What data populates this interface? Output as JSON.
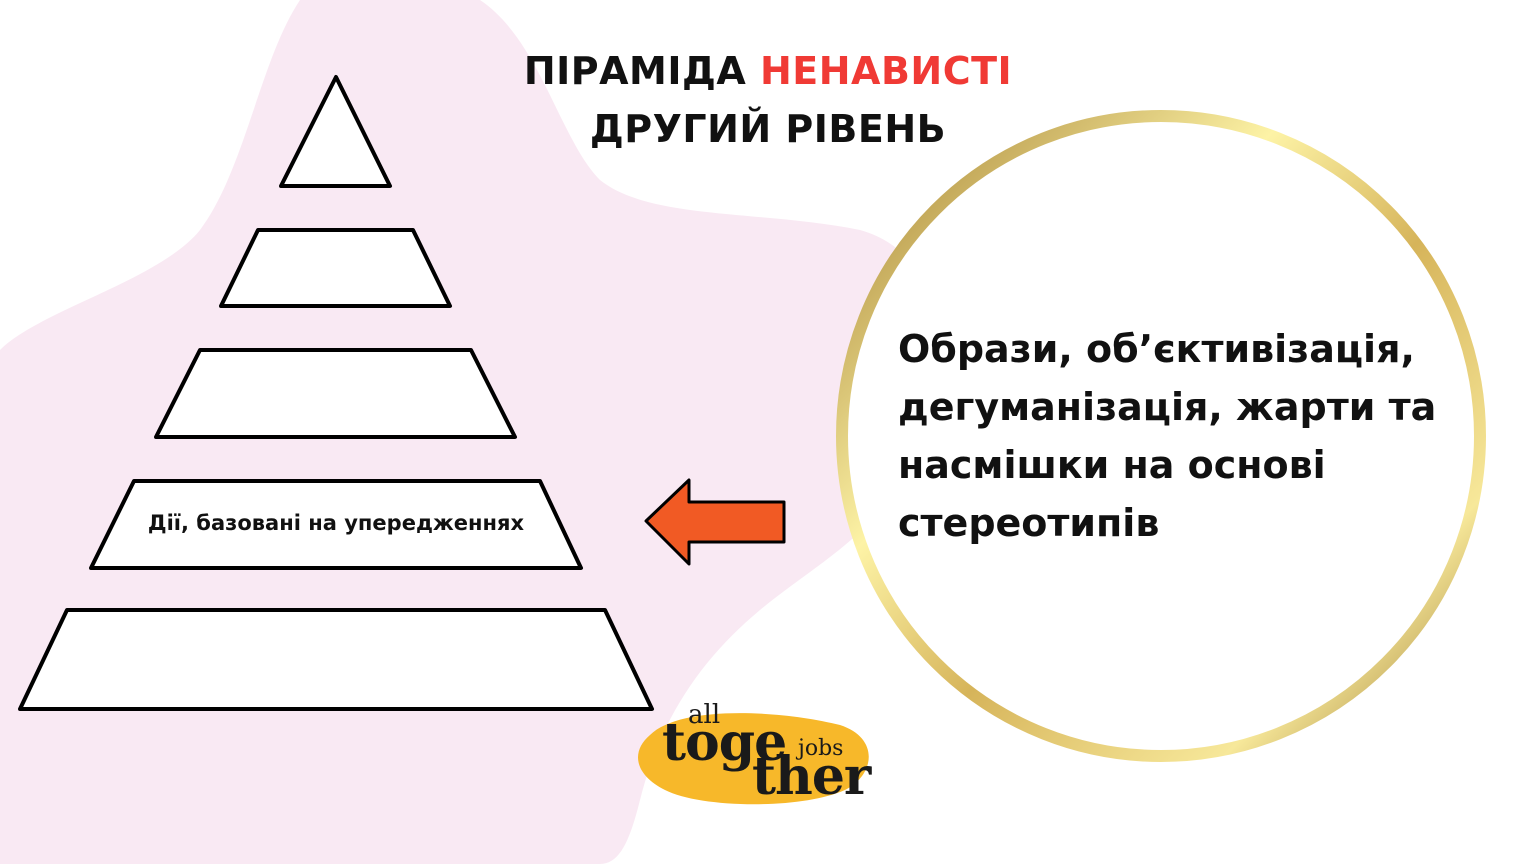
{
  "title": {
    "line1_prefix": "ПІРАМІДА",
    "line1_accent": "НЕНАВИСТІ",
    "line2": "ДРУГИЙ РІВЕНЬ"
  },
  "pyramid": {
    "highlighted_label": "Дії, базовані на упередженнях"
  },
  "circle": {
    "lines": [
      "Образи, об’єктивізація,",
      "дегуманізація, жарти та",
      "насмішки на основі",
      "стереотипів"
    ]
  },
  "logo": {
    "all": "all",
    "toge": "toge",
    "jobs": "jobs",
    "ther": "ther"
  },
  "colors": {
    "accent": "#f03a35",
    "blob": "#f9e9f3",
    "arrow": "#f15a24",
    "ring_gold": "#c9a94a",
    "logo_yellow": "#f7b82a"
  }
}
